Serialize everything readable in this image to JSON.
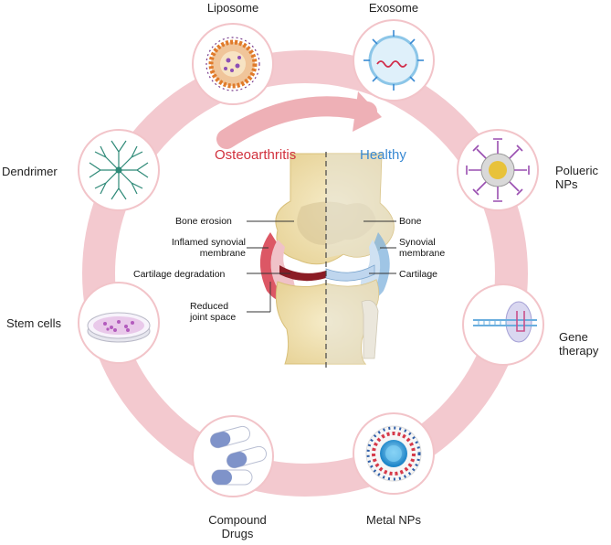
{
  "colors": {
    "ring": "#f3c9cf",
    "osteo": "#d1313d",
    "healthy": "#3a8ad3",
    "circle_border": "#f2c4c9"
  },
  "nodes": {
    "liposome": "Liposome",
    "exosome": "Exosome",
    "dendrimer": "Dendrimer",
    "polymeric_line1": "Polueric",
    "polymeric_line2": "NPs",
    "stem_cells": "Stem cells",
    "gene_line1": "Gene",
    "gene_line2": "therapy",
    "compound_line1": "Compound",
    "compound_line2": "Drugs",
    "metal_nps": "Metal NPs"
  },
  "center": {
    "osteoarthritis": "Osteoarthritis",
    "healthy": "Healthy"
  },
  "left_callouts": {
    "bone_erosion": "Bone erosion",
    "inflamed_line1": "Inflamed synovial",
    "inflamed_line2": "membrane",
    "cartilage_degradation": "Cartilage degradation",
    "reduced_line1": "Reduced",
    "reduced_line2": "joint space"
  },
  "right_callouts": {
    "bone": "Bone",
    "synovial_line1": "Synovial",
    "synovial_line2": "membrane",
    "cartilage": "Cartilage"
  }
}
